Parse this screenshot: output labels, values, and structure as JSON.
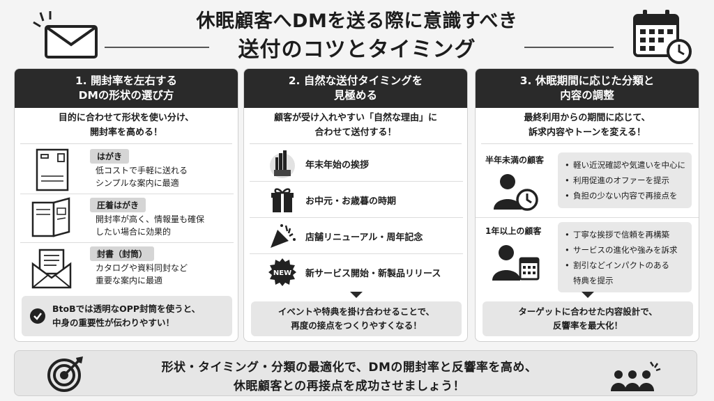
{
  "header": {
    "title_line1": "休眠顧客へDMを送る際に意識すべき",
    "title_line2": "送付のコツとタイミング"
  },
  "panels": [
    {
      "heading_line1": "1. 開封率を左右する",
      "heading_line2": "DMの形状の選び方",
      "lead_line1": "目的に合わせて形状を使い分け、",
      "lead_line2": "開封率を高める！",
      "items": [
        {
          "tag": "はがき",
          "desc_line1": "低コストで手軽に送れる",
          "desc_line2": "シンプルな案内に最適",
          "icon": "postcard-icon"
        },
        {
          "tag": "圧着はがき",
          "desc_line1": "開封率が高く、情報量も確保",
          "desc_line2": "したい場合に効果的",
          "icon": "pressure-sealed-postcard-icon"
        },
        {
          "tag": "封書（封筒）",
          "desc_line1": "カタログや資料同封など",
          "desc_line2": "重要な案内に最適",
          "icon": "envelope-letter-icon"
        }
      ],
      "tip_line1": "BtoBでは透明なOPP封筒を使うと、",
      "tip_line2": "中身の重要性が伝わりやすい！"
    },
    {
      "heading_line1": "2. 自然な送付タイミングを",
      "heading_line2": "見極める",
      "lead_line1": "顧客が受け入れやすい「自然な理由」に",
      "lead_line2": "合わせて送付する！",
      "items": [
        {
          "label": "年末年始の挨拶",
          "icon": "kadomatsu-icon"
        },
        {
          "label": "お中元・お歳暮の時期",
          "icon": "gift-icon"
        },
        {
          "label": "店舗リニューアル・周年記念",
          "icon": "party-popper-icon"
        },
        {
          "label": "新サービス開始・新製品リリース",
          "icon": "new-badge-icon",
          "badge_text": "NEW"
        }
      ],
      "summary_line1": "イベントや特典を掛け合わせることで、",
      "summary_line2": "再度の接点をつくりやすくなる！"
    },
    {
      "heading_line1": "3. 休眠期間に応じた分類と",
      "heading_line2": "内容の調整",
      "lead_line1": "最終利用からの期間に応じて、",
      "lead_line2": "訴求内容やトーンを変える！",
      "segments": [
        {
          "name": "半年未満の顧客",
          "icon": "person-clock-icon",
          "bullets": [
            "軽い近況確認や気遣いを中心に",
            "利用促進のオファーを提示",
            "負担の少ない内容で再接点を"
          ]
        },
        {
          "name": "1年以上の顧客",
          "icon": "person-calendar-icon",
          "bullets": [
            "丁寧な挨拶で信頼を再構築",
            "サービスの進化や強みを訴求",
            "割引などインパクトのある",
            "特典を提示"
          ]
        }
      ],
      "summary_line1": "ターゲットに合わせた内容設計で、",
      "summary_line2": "反響率を最大化！"
    }
  ],
  "footer": {
    "line1": "形状・タイミング・分類の最適化で、DMの開封率と反響率を高め、",
    "line2": "休眠顧客との再接点を成功させましょう！"
  },
  "colors": {
    "dark": "#2a2a2a",
    "panel_bg": "#ffffff",
    "soft_gray": "#e6e6e6",
    "tag_gray": "#d5d5d5"
  }
}
